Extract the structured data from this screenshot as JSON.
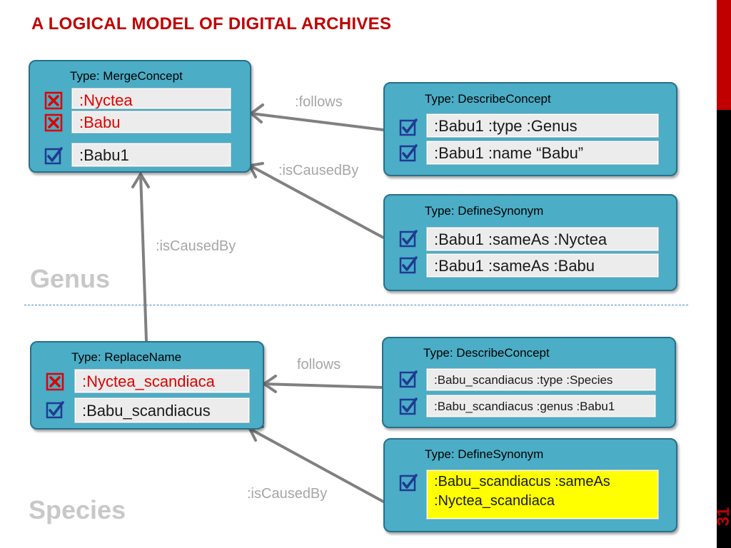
{
  "title": "A LOGICAL MODEL OF DIGITAL ARCHIVES",
  "page_number": "31",
  "sections": {
    "genus": "Genus",
    "species": "Species"
  },
  "edge_labels": {
    "follows_top": ":follows",
    "caused_top": ":isCausedBy",
    "caused_vertical": ":isCausedBy",
    "follows_bottom": "follows",
    "caused_bottom": ":isCausedBy"
  },
  "boxes": {
    "merge": {
      "type": "Type: MergeConcept",
      "items": [
        {
          "text": ":Nyctea",
          "status": "rejected"
        },
        {
          "text": ":Babu",
          "status": "rejected"
        },
        {
          "text": ":Babu1",
          "status": "accepted"
        }
      ]
    },
    "describe_top": {
      "type": "Type: DescribeConcept",
      "items": [
        {
          "text": ":Babu1 :type :Genus",
          "status": "accepted"
        },
        {
          "text": ":Babu1 :name “Babu”",
          "status": "accepted"
        }
      ]
    },
    "synonym_top": {
      "type": "Type: DefineSynonym",
      "items": [
        {
          "text": ":Babu1 :sameAs :Nyctea",
          "status": "accepted"
        },
        {
          "text": ":Babu1 :sameAs :Babu",
          "status": "accepted"
        }
      ]
    },
    "replace": {
      "type": "Type: ReplaceName",
      "items": [
        {
          "text": ":Nyctea_scandiaca",
          "status": "rejected"
        },
        {
          "text": ":Babu_scandiacus",
          "status": "accepted"
        }
      ]
    },
    "describe_bottom": {
      "type": "Type: DescribeConcept",
      "items": [
        {
          "text": ":Babu_scandiacus :type :Species",
          "status": "accepted"
        },
        {
          "text": ":Babu_scandiacus :genus :Babu1",
          "status": "accepted"
        }
      ]
    },
    "synonym_bottom": {
      "type": "Type: DefineSynonym",
      "items": [
        {
          "text": ":Babu_scandiacus :sameAs :Nyctea_scandiaca",
          "status": "accepted"
        }
      ]
    }
  },
  "colors": {
    "title": "#c00000",
    "box_fill": "#4badc6",
    "rejected": "#e00000",
    "accepted": "#1f3a93",
    "highlight": "#ffff00",
    "arrow": "#808080"
  }
}
